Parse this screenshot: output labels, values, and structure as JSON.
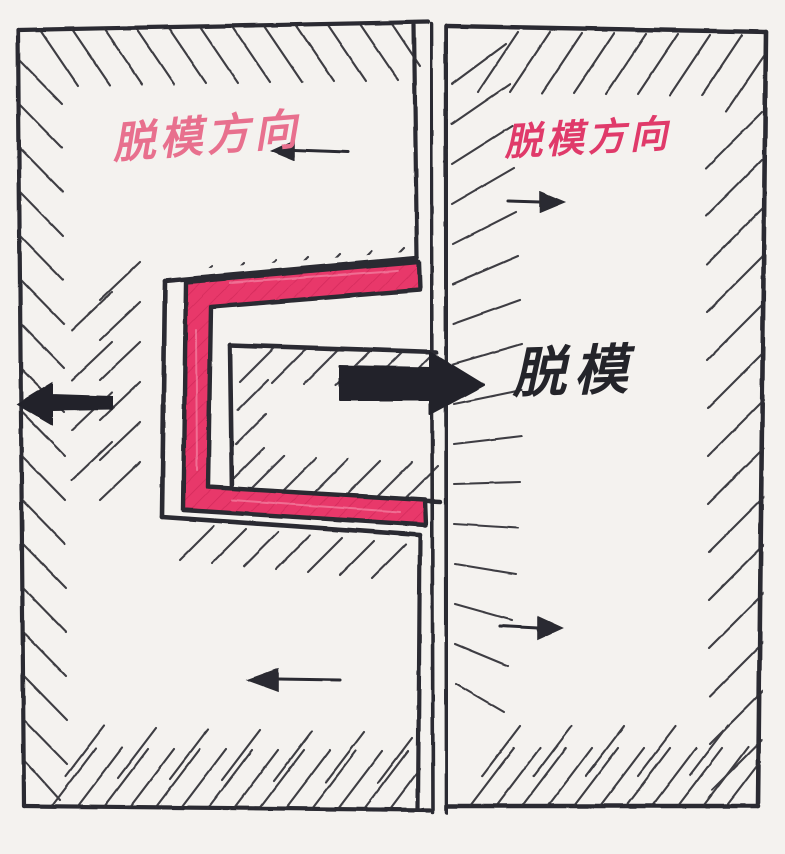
{
  "document": {
    "title": "脱模方向示意图",
    "medium": "hand-drawn sketch on paper",
    "paper_color": "#f4f2ef",
    "ink_color": "#2b2b30"
  },
  "annotations": {
    "left_direction_label": {
      "text": "脱模方向",
      "color": "#e8708e",
      "meaning": "demolding direction"
    },
    "right_direction_label": {
      "text": "脱模方向",
      "color": "#e03a6a",
      "meaning": "demolding direction"
    },
    "center_demold_label": {
      "text": "脱模",
      "color": "#24242a",
      "meaning": "demolding"
    }
  },
  "arrows": [
    {
      "name": "left-outer-arrow",
      "style": "thick-solid",
      "direction": "left",
      "color": "#24242a"
    },
    {
      "name": "left-top-arrow",
      "style": "thin-line",
      "direction": "left",
      "color": "#2b2b30"
    },
    {
      "name": "right-top-arrow",
      "style": "thin-line",
      "direction": "right",
      "color": "#2b2b30"
    },
    {
      "name": "center-demold-arrow",
      "style": "thick-solid",
      "direction": "right",
      "color": "#24242a"
    },
    {
      "name": "right-bottom-arrow",
      "style": "thin-line",
      "direction": "right",
      "color": "#2b2b30"
    },
    {
      "name": "left-bottom-arrow",
      "style": "thin-line",
      "direction": "left",
      "color": "#2b2b30"
    }
  ],
  "parts": {
    "undercut_part": {
      "name": "undercut-part",
      "shape": "C-shaped (hook) profile",
      "fill_color": "#e8396b",
      "outline_color": "#2b2b30",
      "hatched": true
    },
    "left_mold_half": {
      "name": "left-mold-half",
      "hatch_angle_degrees": 45,
      "outline_color": "#2b2b30"
    },
    "right_mold_half": {
      "name": "right-mold-half",
      "hatch_angle_degrees": -45,
      "outline_color": "#2b2b30"
    },
    "core_protrusion": {
      "name": "core-protrusion",
      "hatched": true,
      "outline_color": "#2b2b30"
    },
    "parting_line": {
      "name": "parting-line",
      "orientation": "vertical",
      "color": "#2b2b30"
    }
  }
}
